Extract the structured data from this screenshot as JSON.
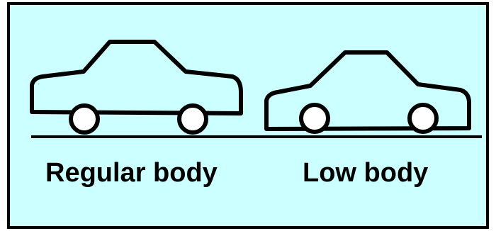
{
  "captions": {
    "regular": "Regular body",
    "low": "Low body"
  },
  "colors": {
    "panel_background": "#ccffff",
    "stroke": "#000000",
    "wheel_fill": "#ffffff"
  },
  "icons": [
    "regular-body-car-icon",
    "low-body-car-icon",
    "wheel-icon",
    "ground-line"
  ]
}
